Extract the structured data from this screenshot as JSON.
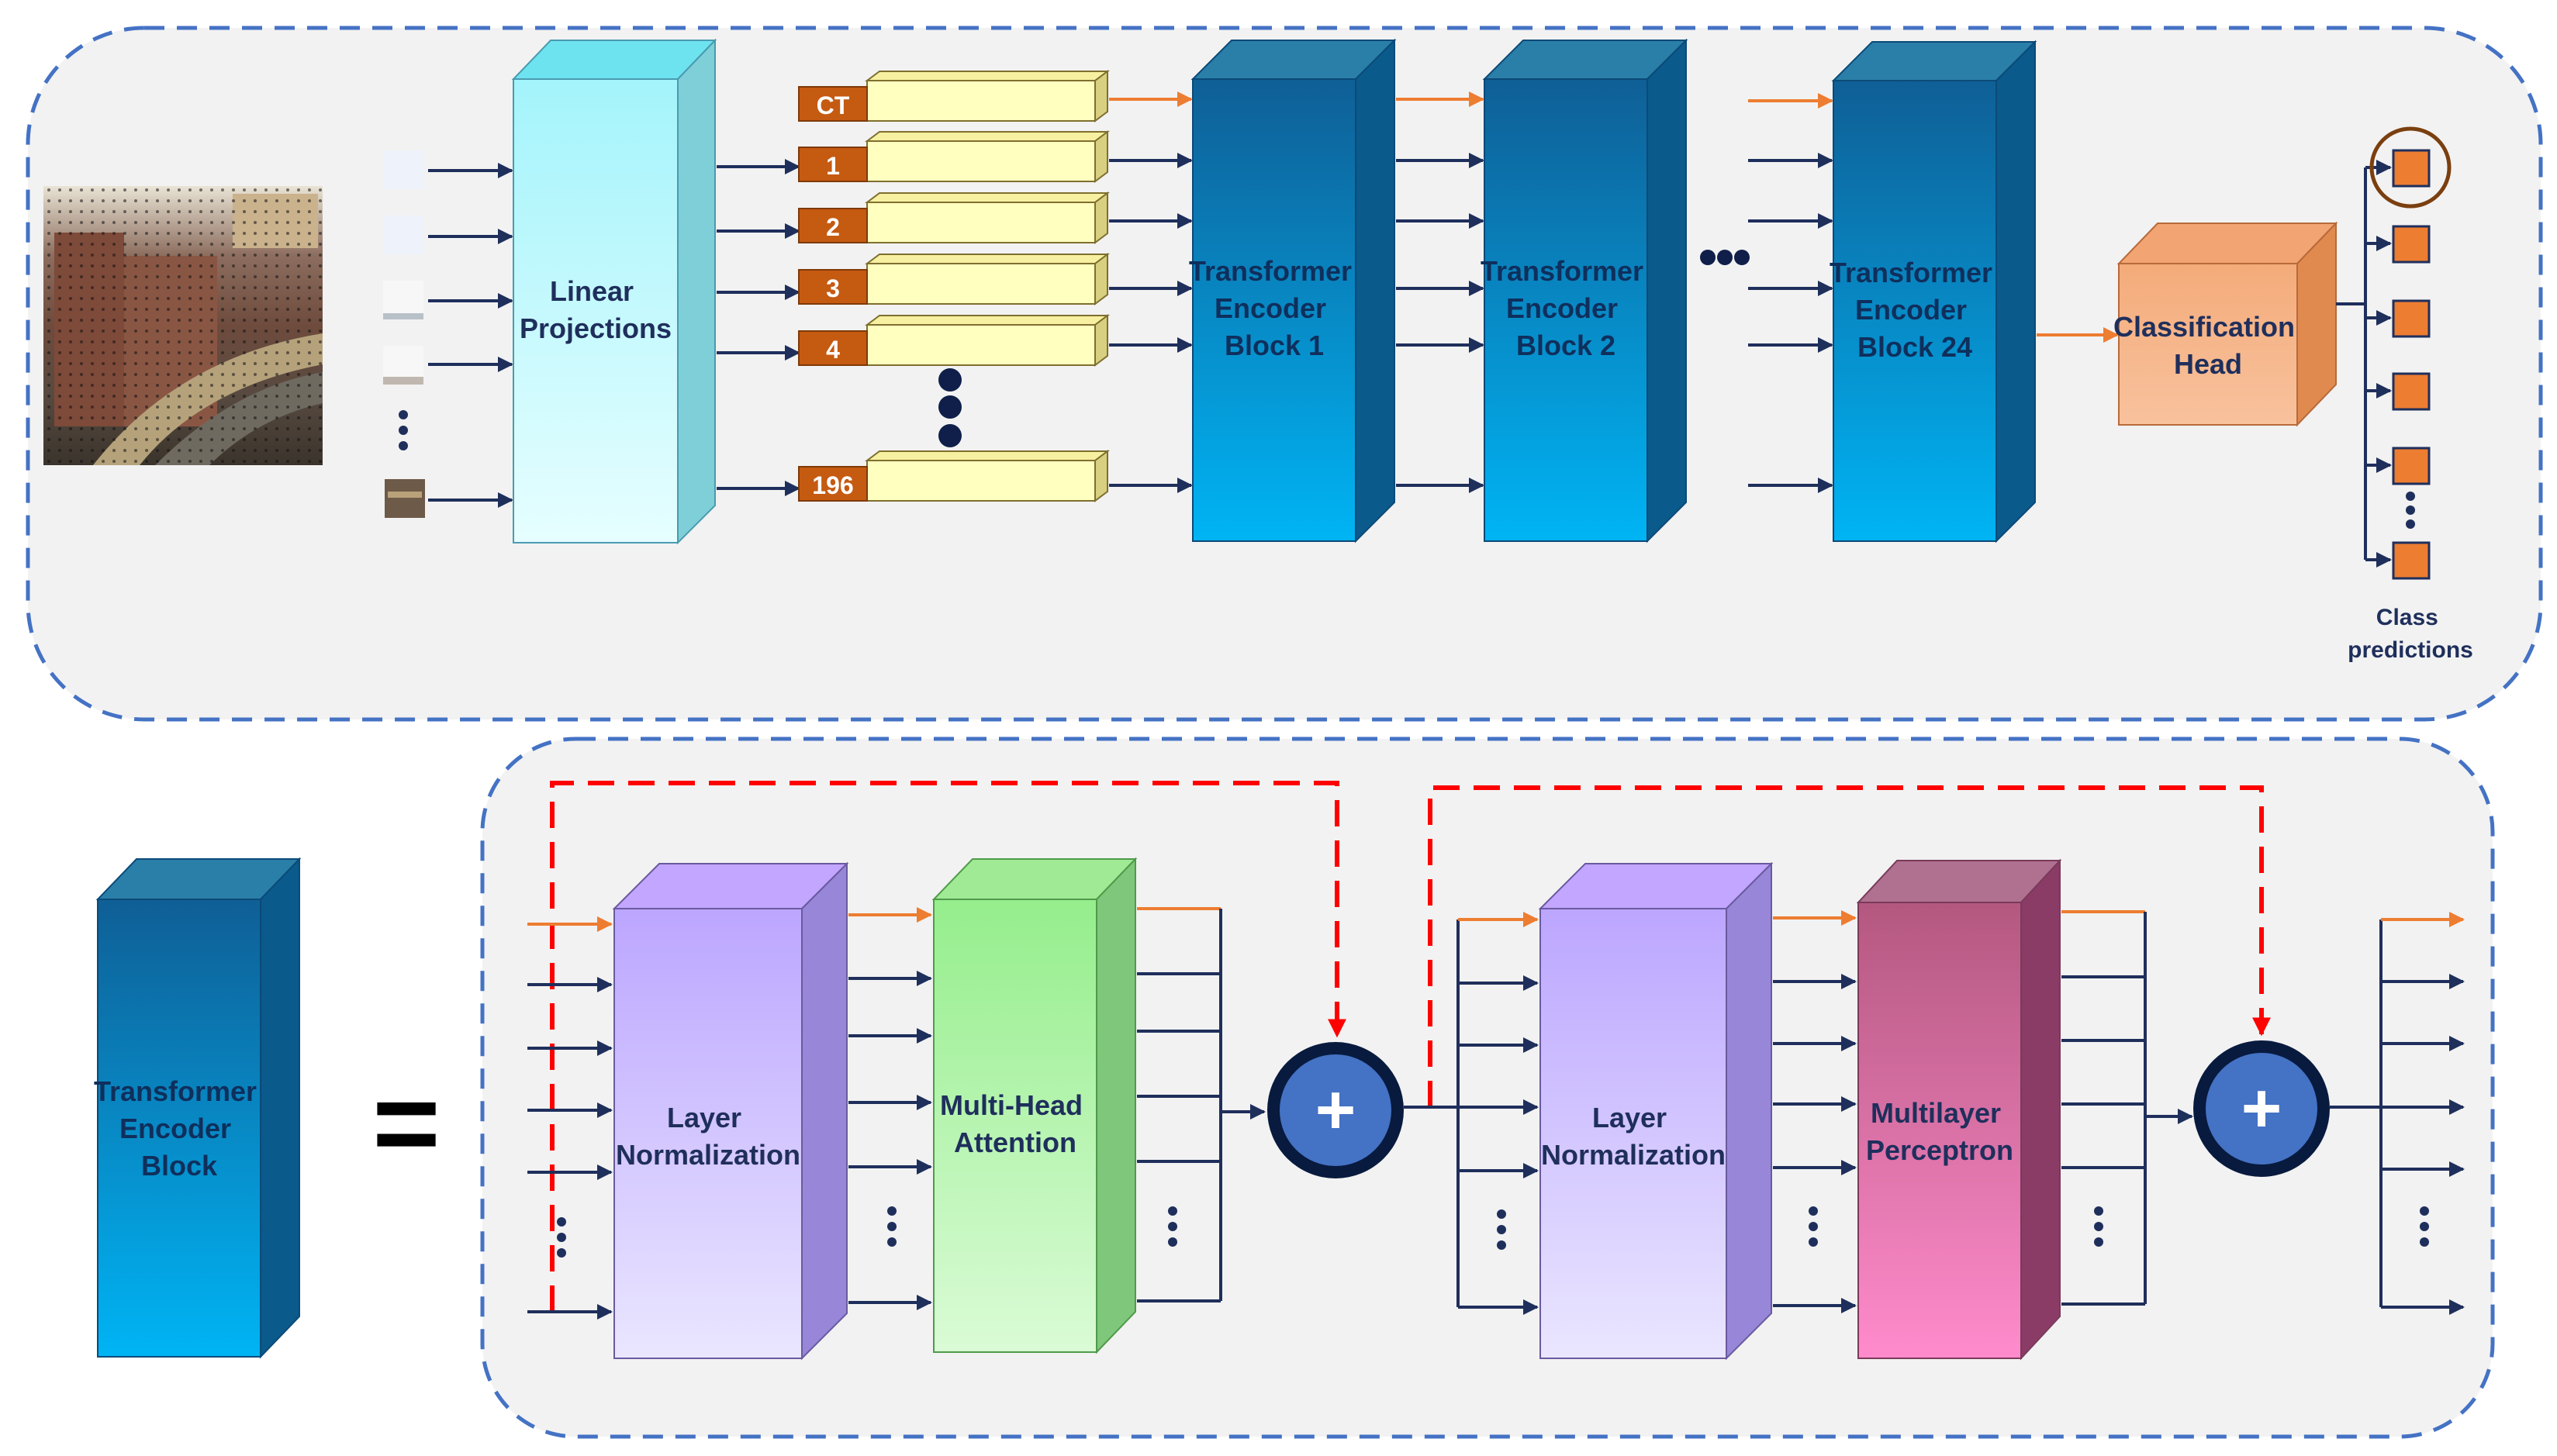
{
  "vit": {
    "linear_projections": [
      "Linear",
      "Projections"
    ],
    "tokens": [
      "CT",
      "1",
      "2",
      "3",
      "4",
      "196"
    ],
    "encoder_blocks": [
      [
        "Transformer",
        "Encoder",
        "Block 1"
      ],
      [
        "Transformer",
        "Encoder",
        "Block 2"
      ],
      [
        "Transformer",
        "Encoder",
        "Block 24"
      ]
    ],
    "classification_head": [
      "Classification",
      "Head"
    ],
    "class_predictions": [
      "Class",
      "predictions"
    ]
  },
  "encoder_detail": {
    "block_label": [
      "Transformer",
      "Encoder",
      "Block"
    ],
    "equals": "=",
    "layer_norm": [
      "Layer",
      "Normalization"
    ],
    "mha": [
      "Multi-Head",
      "Attention"
    ],
    "mlp": [
      "Multilayer",
      "Perceptron"
    ],
    "plus": "+"
  },
  "colors": {
    "dashed_border": "#4472c4",
    "panel_fill": "#f2f2f2",
    "arrow_navy": "#1f2f5c",
    "arrow_orange": "#ed7d31",
    "residual_red": "#ff0000",
    "token_orange": "#c55a11",
    "token_yellow": "#ffffc0",
    "encoder_blue": "#0b74b0",
    "head_orange": "#f4b183",
    "layernorm_purple": "#c9b6ff",
    "mha_green": "#a9f0a0",
    "mlp_pink": "#d9679a",
    "plus_blue": "#4472c4"
  }
}
